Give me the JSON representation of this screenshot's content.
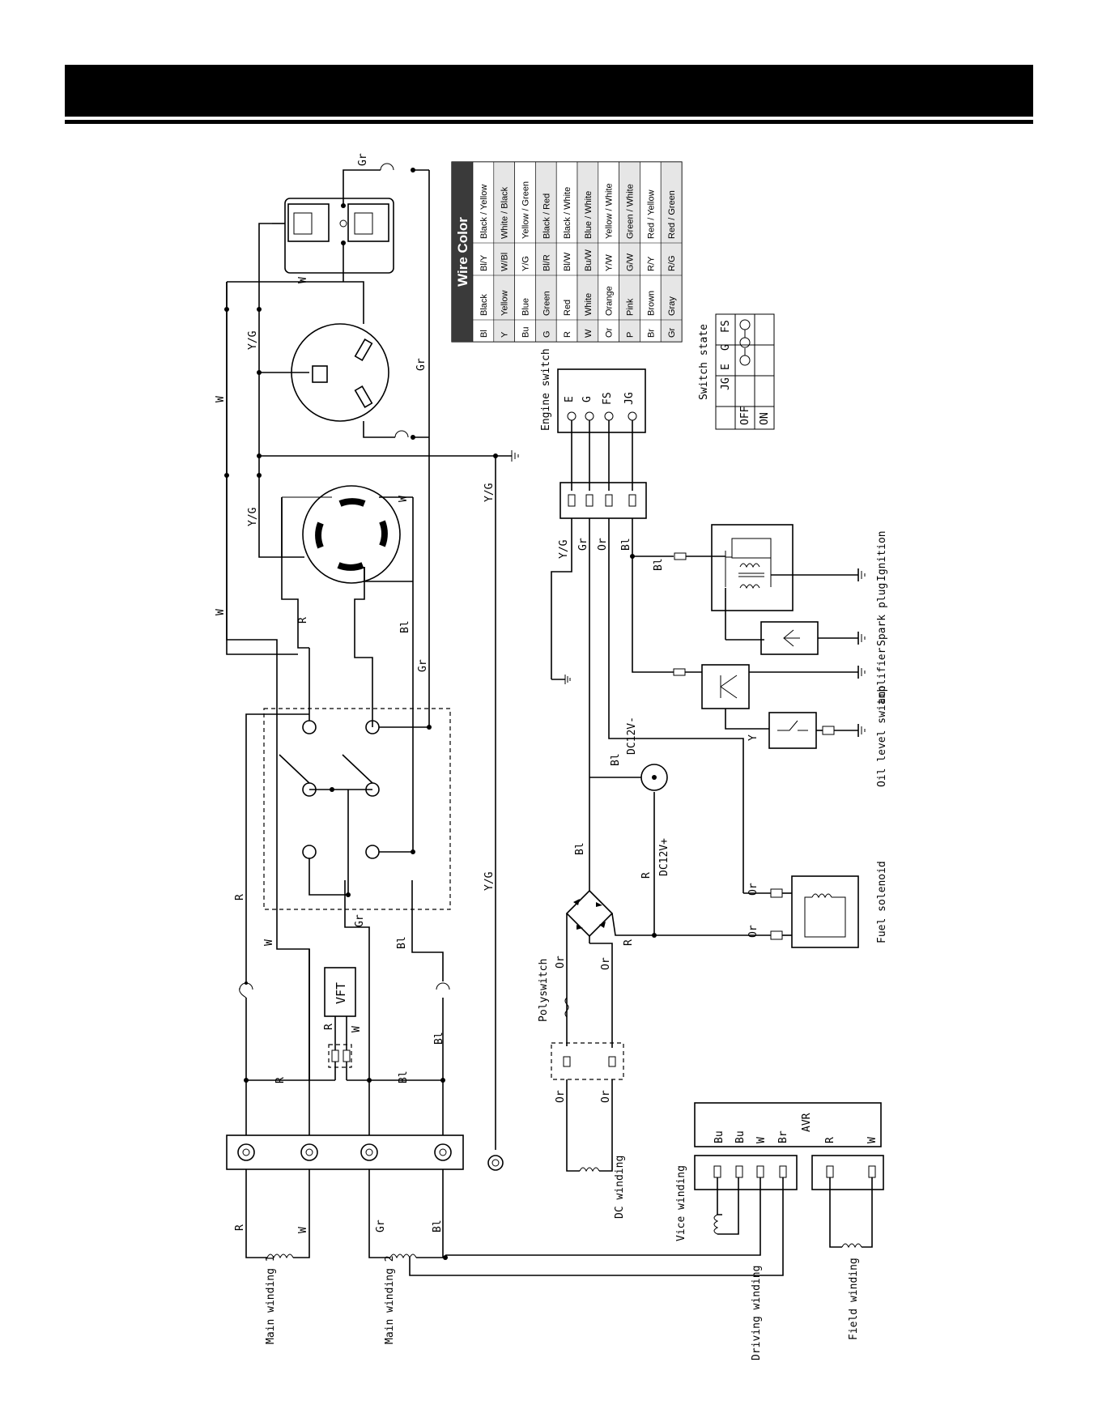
{
  "wire_color_table": {
    "title": "Wire Color",
    "rows": [
      {
        "code": "Bl",
        "name": "Black",
        "code2": "Bl/Y",
        "name2": "Black / Yellow"
      },
      {
        "code": "Y",
        "name": "Yellow",
        "code2": "W/Bl",
        "name2": "White / Black"
      },
      {
        "code": "Bu",
        "name": "Blue",
        "code2": "Y/G",
        "name2": "Yellow / Green"
      },
      {
        "code": "G",
        "name": "Green",
        "code2": "Bl/R",
        "name2": "Black / Red"
      },
      {
        "code": "R",
        "name": "Red",
        "code2": "Bl/W",
        "name2": "Black / White"
      },
      {
        "code": "W",
        "name": "White",
        "code2": "Bu/W",
        "name2": "Blue / White"
      },
      {
        "code": "Or",
        "name": "Orange",
        "code2": "Y/W",
        "name2": "Yellow / White"
      },
      {
        "code": "P",
        "name": "Pink",
        "code2": "G/W",
        "name2": "Green / White"
      },
      {
        "code": "Br",
        "name": "Brown",
        "code2": "R/Y",
        "name2": "Red / Yellow"
      },
      {
        "code": "Gr",
        "name": "Gray",
        "code2": "R/G",
        "name2": "Red / Green"
      }
    ]
  },
  "switch_state": {
    "title": "Switch state",
    "columns": [
      "JG",
      "E",
      "G",
      "FS"
    ],
    "rows": [
      "OFF",
      "ON"
    ]
  },
  "engine_switch": {
    "title": "Engine switch",
    "terminals": [
      "E",
      "G",
      "FS",
      "JG"
    ]
  },
  "component_labels": {
    "ignition": "Ignition",
    "spark_plug": "Spark plug",
    "amplifier": "amplifier",
    "oil_level_switch": "Oil level switch",
    "fuel_solenoid": "Fuel solenoid",
    "polyswitch": "Polyswitch",
    "dc_winding": "DC winding",
    "vice_winding": "Vice winding",
    "avr": "AVR",
    "field_winding": "Field winding",
    "driving_winding": "Driving winding",
    "main_winding_1": "Main winding 1",
    "main_winding_2": "Main winding 2",
    "vft": "VFT",
    "dc12v_minus": "DC12V-",
    "dc12v_plus": "DC12V+"
  },
  "wire_labels": {
    "gr": "Gr",
    "w": "W",
    "yg": "Y/G",
    "r": "R",
    "bl": "Bl",
    "or": "Or",
    "bu": "Bu",
    "br": "Br",
    "y": "Y"
  }
}
